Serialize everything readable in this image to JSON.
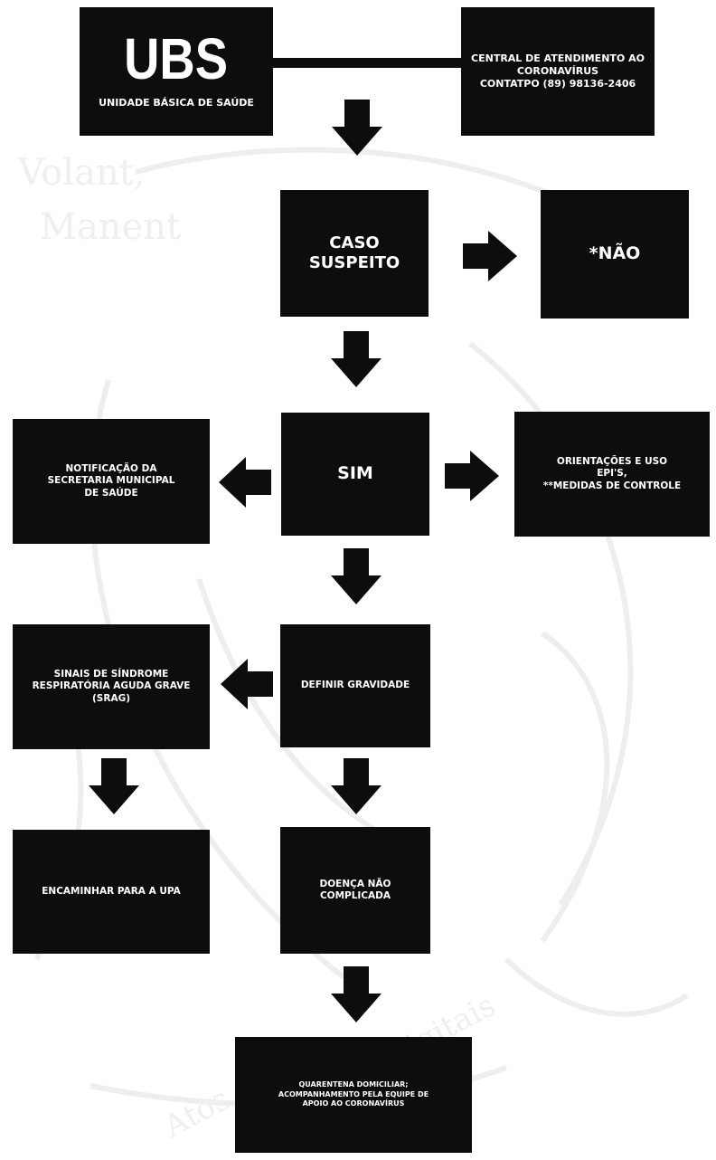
{
  "watermark": {
    "line1": "Volant,",
    "line2": "Manent",
    "line3": "Atos",
    "line4": "Digitais"
  },
  "nodes": {
    "ubs": {
      "title": "UBS",
      "subtitle": "UNIDADE BÁSICA DE SAÚDE"
    },
    "central": {
      "lines": [
        "CENTRAL DE ATENDIMENTO AO",
        "CORONAVÍRUS",
        "CONTATPO (89) 98136-2406"
      ]
    },
    "caso": {
      "lines": [
        "CASO",
        "SUSPEITO"
      ]
    },
    "nao": {
      "lines": [
        "*NÃO"
      ]
    },
    "sim": {
      "lines": [
        "SIM"
      ]
    },
    "notificacao": {
      "lines": [
        "NOTIFICAÇÃO DA",
        "SECRETARIA MUNICIPAL",
        "DE SAÚDE"
      ]
    },
    "orientacoes": {
      "lines": [
        "ORIENTAÇÕES E USO",
        "EPI'S,",
        "**MEDIDAS DE CONTROLE"
      ]
    },
    "sinais": {
      "lines": [
        "SINAIS DE SÍNDROME",
        "RESPIRATÓRIA AGUDA GRAVE",
        "(SRAG)"
      ]
    },
    "gravidade": {
      "lines": [
        "DEFINIR GRAVIDADE"
      ]
    },
    "upa": {
      "lines": [
        "ENCAMINHAR PARA A UPA"
      ]
    },
    "doenca": {
      "lines": [
        "DOENÇA NÃO",
        "COMPLICADA"
      ]
    },
    "quarentena": {
      "lines": [
        "QUARENTENA DOMICILIAR;",
        "ACOMPANHAMENTO PELA EQUIPE DE",
        "APOIO AO CORONAVÍRUS"
      ]
    }
  }
}
